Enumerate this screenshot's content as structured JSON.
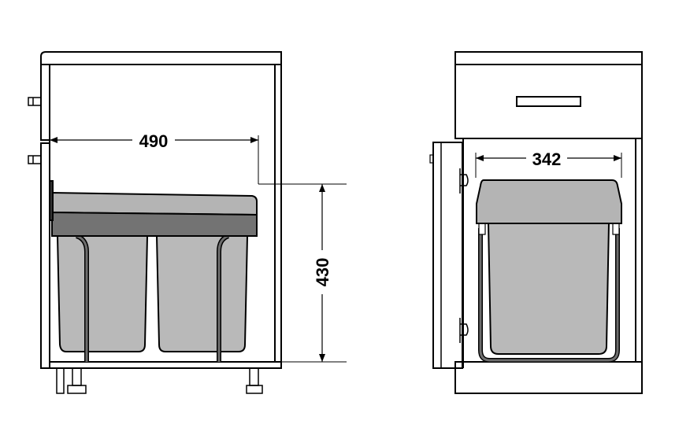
{
  "dimensions": {
    "width_double_bin": "490",
    "height": "430",
    "width_single_bin": "342"
  },
  "colors": {
    "bin_body": "#b9b9b9",
    "lid_light": "#b4b4b4",
    "lid_dark": "#737373",
    "rail": "#6e6e6e",
    "outline": "#000000"
  }
}
